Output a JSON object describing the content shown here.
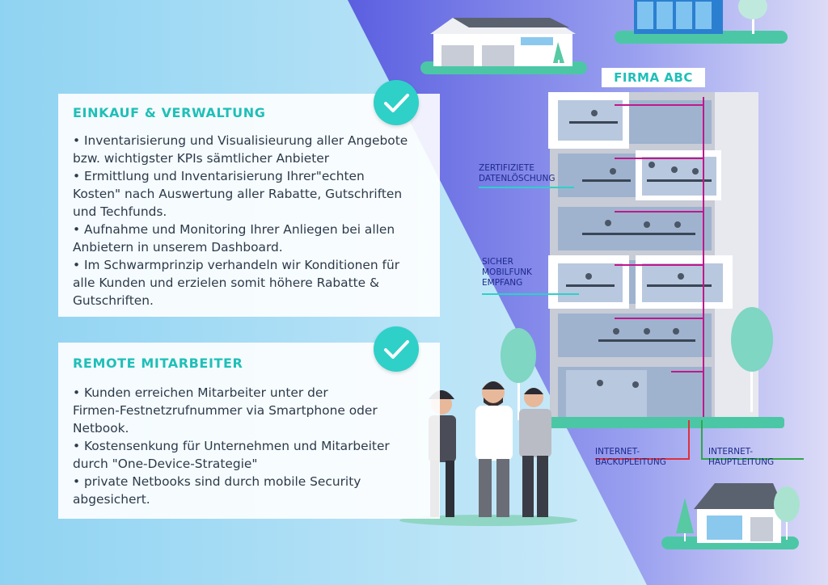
{
  "firma_label": "FIRMA ABC",
  "cards": [
    {
      "title": "EINKAUF & VERWALTUNG",
      "lines": [
        "• Inventarisierung und Visualisieurung aller Angebote",
        "bzw. wichtigster KPIs sämtlicher Anbieter",
        "• Ermittlung und Inventarisierung Ihrer\"echten",
        "Kosten\" nach Auswertung aller Rabatte, Gutschriften",
        "und Techfunds.",
        "• Aufnahme und Monitoring Ihrer Anliegen bei allen",
        "Anbietern in unserem Dashboard.",
        "• Im Schwarmprinzip verhandeln wir Konditionen für",
        "alle Kunden und erzielen somit höhere Rabatte &",
        "Gutschriften."
      ]
    },
    {
      "title": "REMOTE MITARBEITER",
      "lines": [
        "• Kunden erreichen Mitarbeiter unter der",
        "Firmen-Festnetzrufnummer via Smartphone oder",
        "Netbook.",
        "• Kostensenkung für Unternehmen und Mitarbeiter",
        "durch \"One-Device-Strategie\"",
        "• private Netbooks sind durch mobile Security",
        "abgesichert."
      ]
    }
  ],
  "labels": {
    "zert": [
      "ZERTIFIZIETE",
      "DATENLÖSCHUNG"
    ],
    "mobil": [
      "SICHER",
      "MOBILFUNK",
      "EMPFANG"
    ],
    "backup": [
      "INTERNET-",
      "BACKUPLEITUNG"
    ],
    "haupt": [
      "INTERNET-",
      "HAUPTLEITUNG"
    ]
  },
  "icons": {
    "check": "checkmark-icon",
    "building": "office-building-icon",
    "tree": "tree-icon",
    "people": "people-icon",
    "house": "house-icon",
    "warehouse": "warehouse-icon"
  },
  "colors": {
    "accent": "#2fd0c8",
    "title": "#1fbfb8",
    "label": "#1d2a8a",
    "backup_line": "#e0303a",
    "main_line": "#2fa84a",
    "cable": "#c0188a"
  }
}
